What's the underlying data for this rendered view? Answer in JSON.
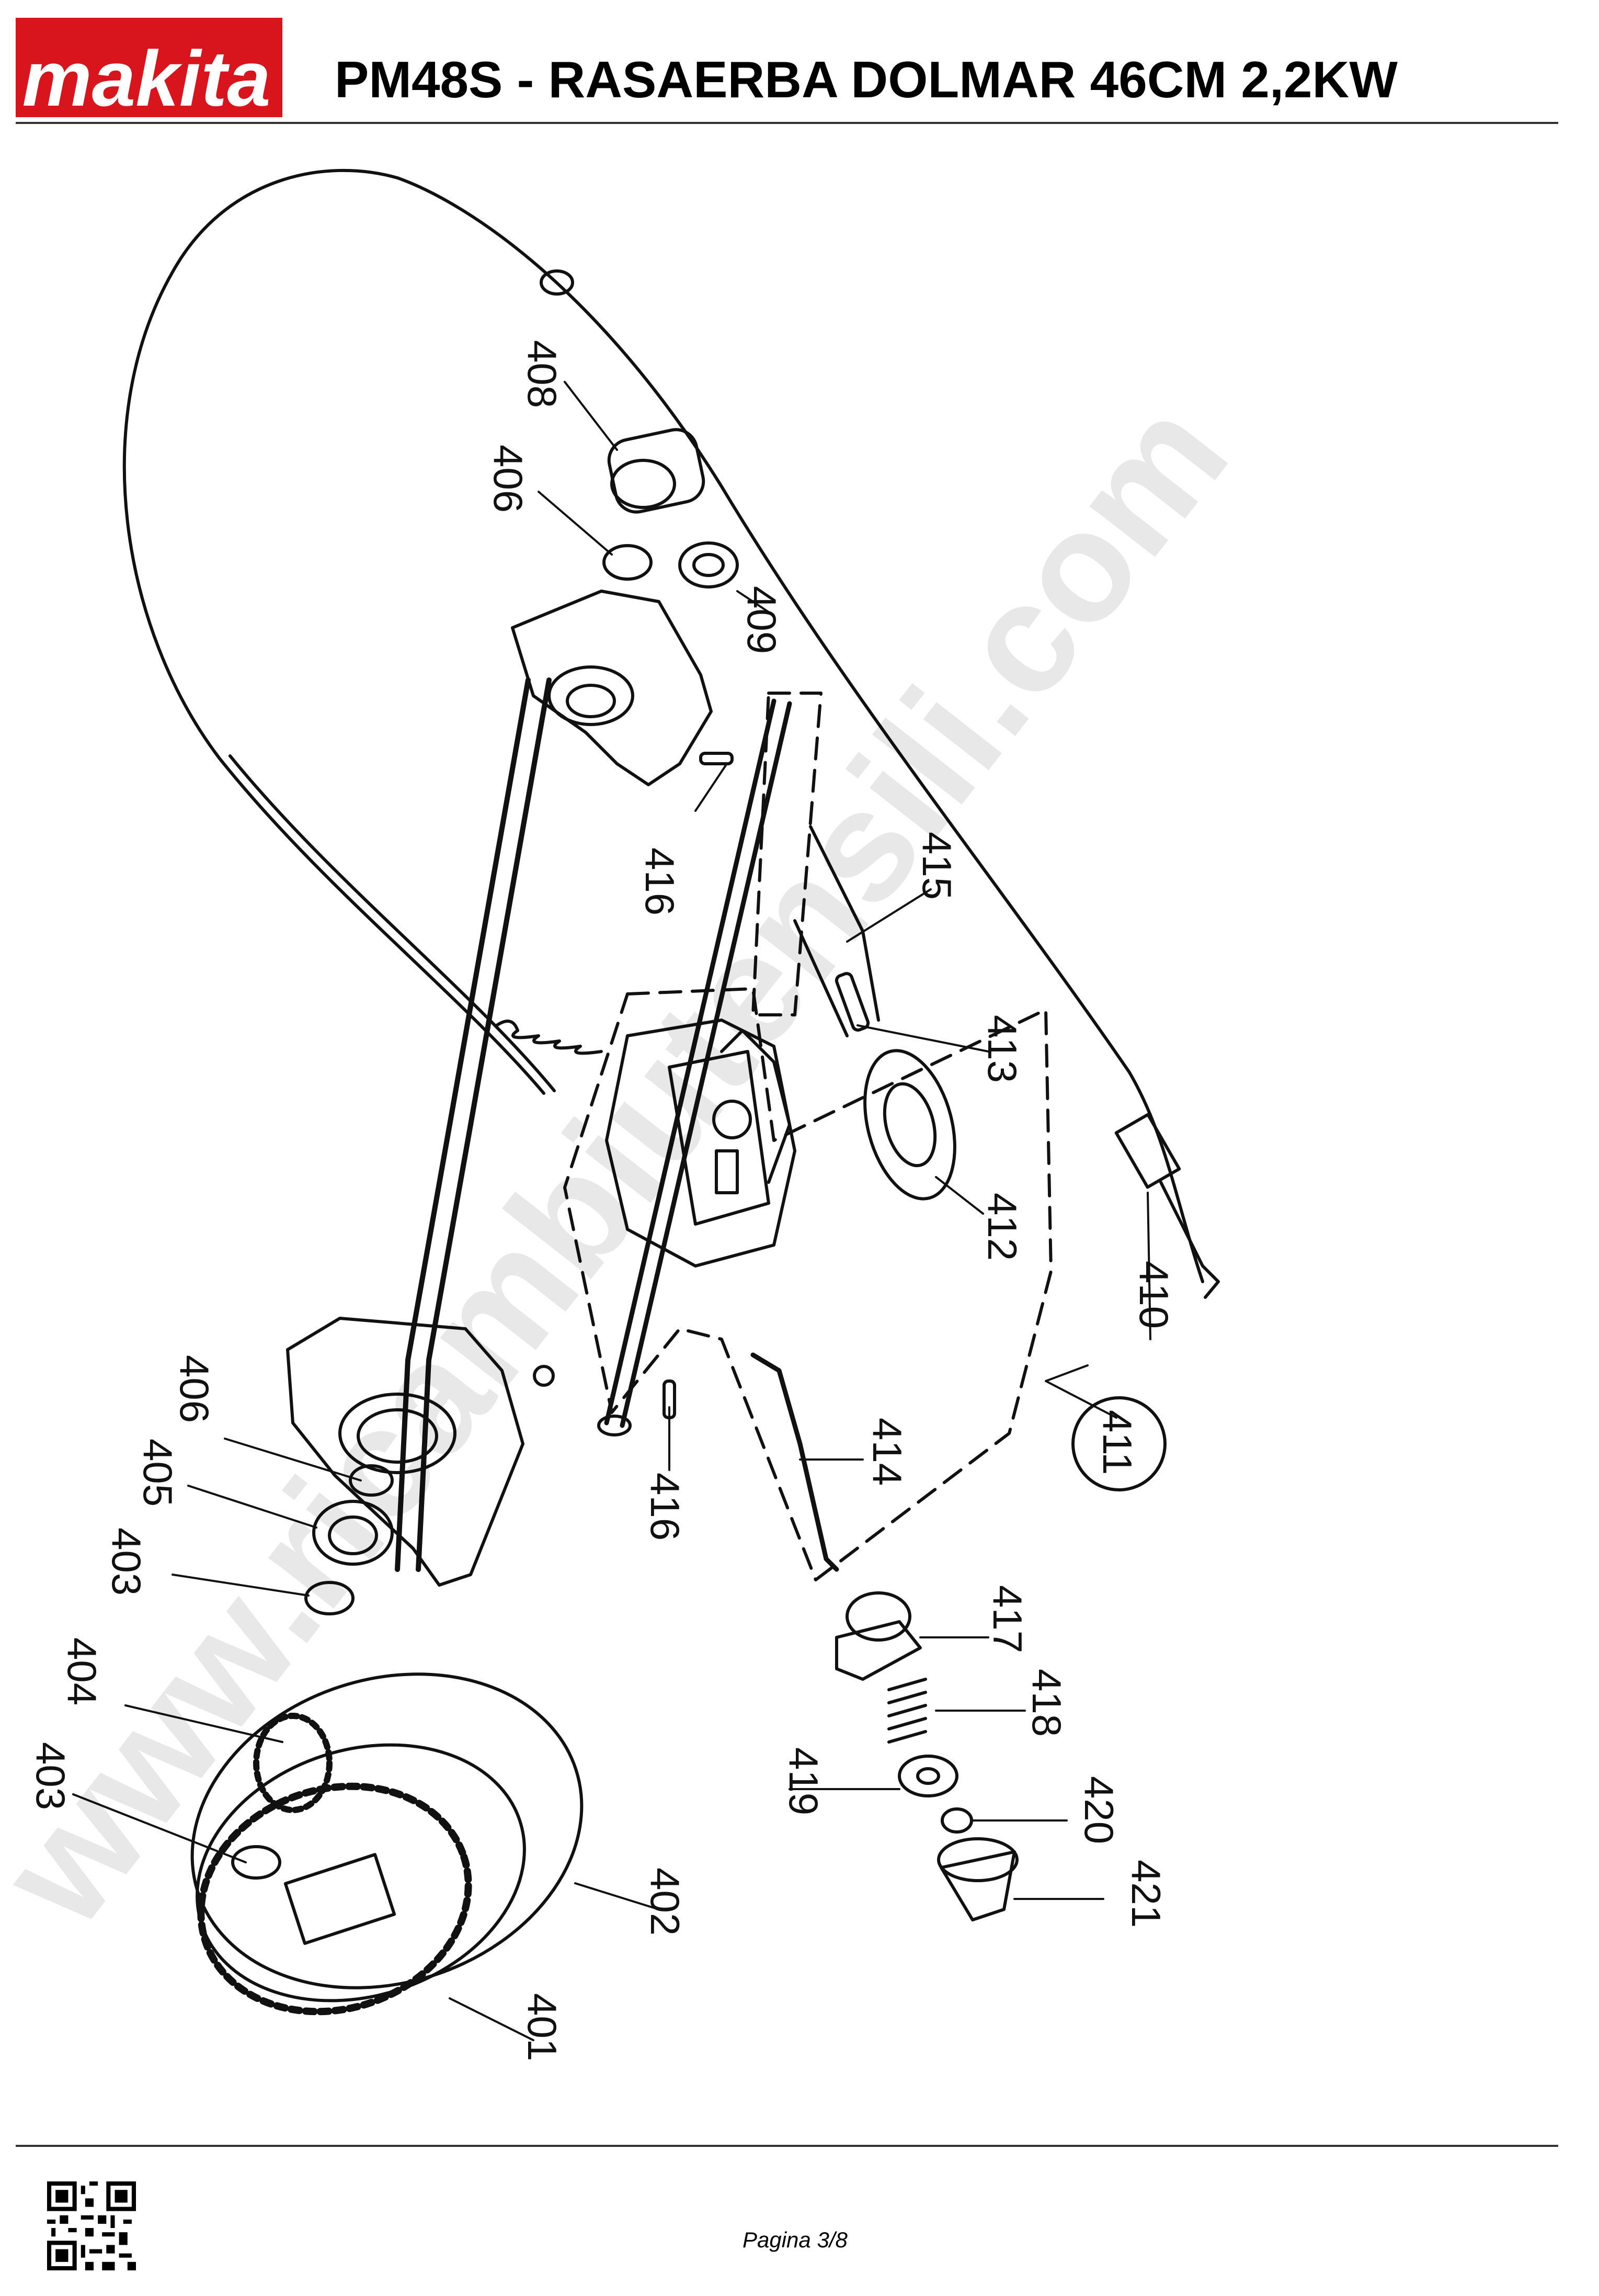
{
  "header": {
    "brand": "makita",
    "title": "PM48S - RASAERBA DOLMAR 46CM 2,2KW"
  },
  "watermark": {
    "text": "www.ricambiutensili.com"
  },
  "diagram": {
    "part_labels": [
      "408",
      "406",
      "409",
      "416",
      "415",
      "413",
      "412",
      "410",
      "411",
      "406",
      "405",
      "403",
      "416",
      "414",
      "404",
      "403",
      "417",
      "418",
      "419",
      "420",
      "421",
      "402",
      "401"
    ]
  },
  "footer": {
    "page": "Pagina 3/8"
  }
}
